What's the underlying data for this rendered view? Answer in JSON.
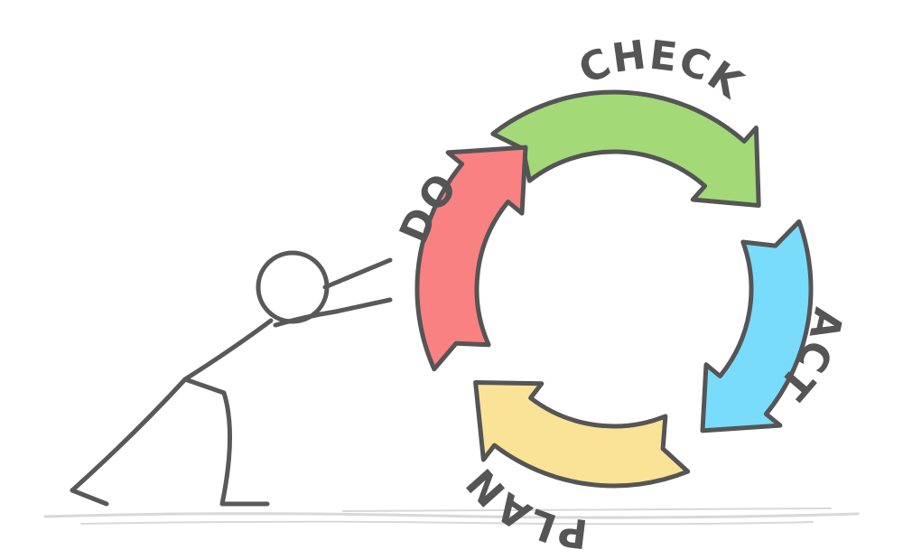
{
  "cycle": {
    "segments": [
      {
        "id": "check",
        "label": "CHECK",
        "start_angle": -128,
        "end_angle": -30,
        "color": "#a3d977"
      },
      {
        "id": "act",
        "label": "ACT",
        "start_angle": -20,
        "end_angle": 58,
        "color": "#79dcfb"
      },
      {
        "id": "plan",
        "label": "PLAN",
        "start_angle": 68,
        "end_angle": 146,
        "color": "#fae396"
      },
      {
        "id": "do",
        "label": "DO",
        "start_angle": 156,
        "end_angle": 238,
        "color": "#f98182"
      }
    ],
    "outline_color": "#555555",
    "text_color": "#555555"
  },
  "figure": {
    "line_color": "#595959"
  },
  "ground": {
    "color": "#d8d8d8"
  }
}
